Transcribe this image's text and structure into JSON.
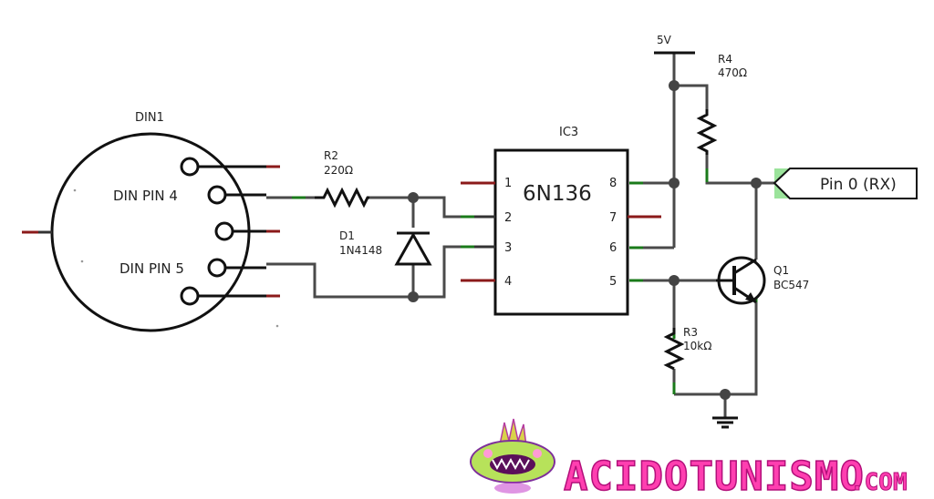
{
  "components": {
    "din": {
      "ref": "DIN1",
      "pin4_label": "DIN PIN 4",
      "pin5_label": "DIN PIN 5"
    },
    "r2": {
      "ref": "R2",
      "value": "220Ω"
    },
    "d1": {
      "ref": "D1",
      "value": "1N4148"
    },
    "ic3": {
      "ref": "IC3",
      "part": "6N136",
      "pins": {
        "p1": "1",
        "p2": "2",
        "p3": "3",
        "p4": "4",
        "p5": "5",
        "p6": "6",
        "p7": "7",
        "p8": "8"
      }
    },
    "r4": {
      "ref": "R4",
      "value": "470Ω"
    },
    "r3": {
      "ref": "R3",
      "value": "10kΩ"
    },
    "q1": {
      "ref": "Q1",
      "value": "BC547"
    },
    "supply": {
      "label": "5V"
    },
    "output": {
      "label": "Pin 0 (RX)"
    }
  },
  "branding": {
    "text": "ACIDOTUNISMO",
    "suffix": ".COM"
  },
  "colors": {
    "wire": "#4a4a4a",
    "pin_end": "#8b1a1a",
    "connection_end": "#1a7a1a",
    "output_port": "#9be39b",
    "brand": "#ff3fb0"
  }
}
